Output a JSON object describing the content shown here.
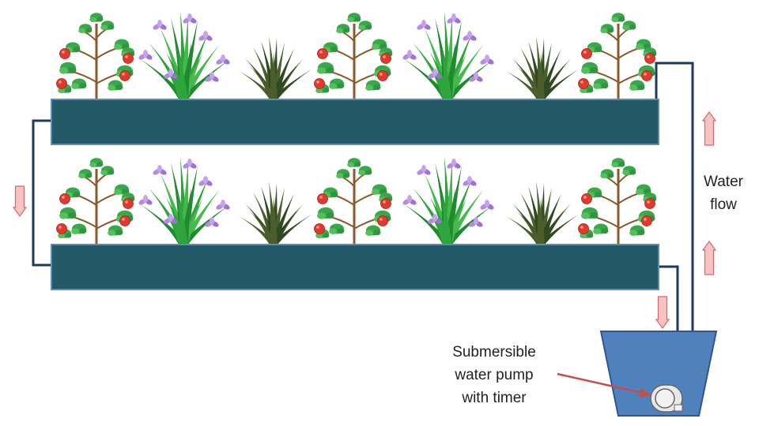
{
  "labels": {
    "water_flow": [
      "Water",
      "flow"
    ],
    "pump": [
      "Submersible",
      "water pump",
      "with timer"
    ]
  },
  "colors": {
    "trough": "#225868",
    "trough_edge": "#5a8fb0",
    "pipe": "#1e3a5f",
    "reservoir": "#4f81bd",
    "reservoir_edge": "#2f5597",
    "arrow_fill": "#f9c3c3",
    "arrow_stroke": "#d06a6a",
    "pointer": "#c0504d"
  },
  "icons": {
    "plant_sequence": [
      "tomato",
      "iris",
      "grass",
      "tomato",
      "iris",
      "grass",
      "tomato"
    ],
    "pump": "pump-icon",
    "flow_arrow": "arrow-icon"
  }
}
